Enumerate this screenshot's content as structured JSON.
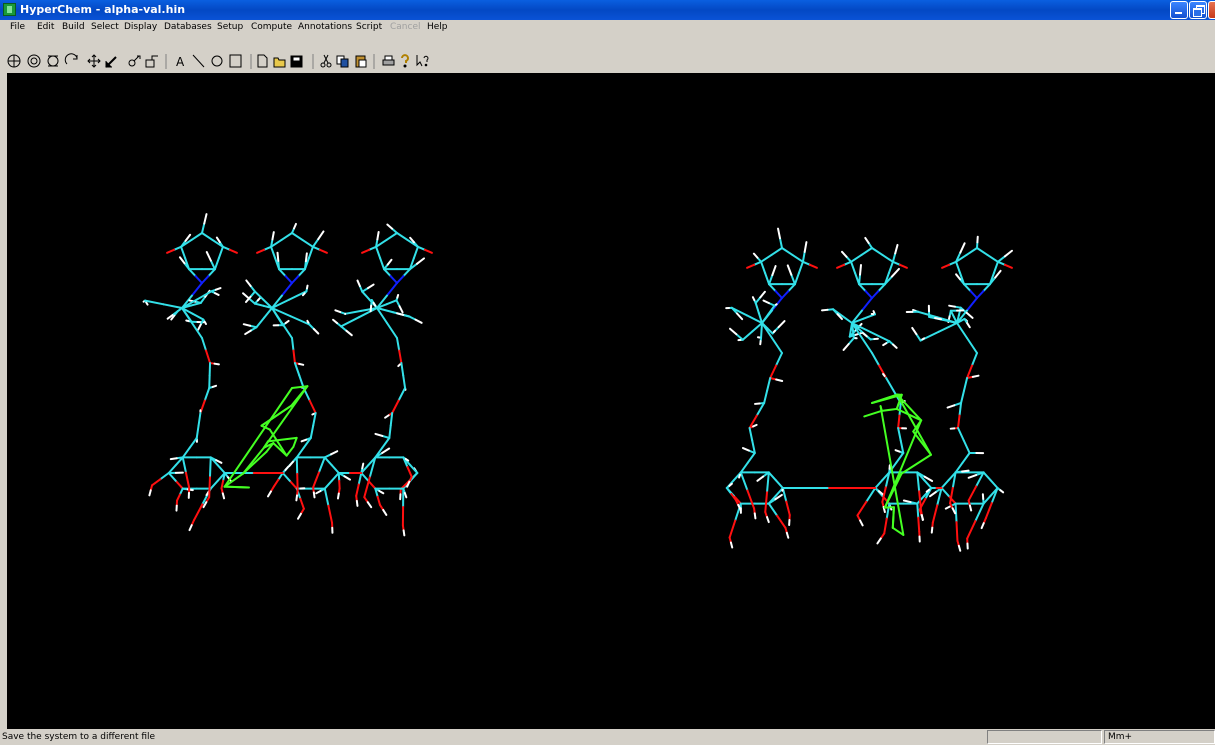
{
  "window": {
    "title": "HyperChem - alpha-val.hin"
  },
  "menu": {
    "items": [
      {
        "label": "File",
        "enabled": true
      },
      {
        "label": "Edit",
        "enabled": true
      },
      {
        "label": "Build",
        "enabled": true
      },
      {
        "label": "Select",
        "enabled": true
      },
      {
        "label": "Display",
        "enabled": true
      },
      {
        "label": "Databases",
        "enabled": true
      },
      {
        "label": "Setup",
        "enabled": true
      },
      {
        "label": "Compute",
        "enabled": true
      },
      {
        "label": "Annotations",
        "enabled": true
      },
      {
        "label": "Script",
        "enabled": true
      },
      {
        "label": "Cancel",
        "enabled": false
      },
      {
        "label": "Help",
        "enabled": true
      }
    ]
  },
  "toolbar": {
    "annotation_text_tool": "A"
  },
  "status": {
    "message": "Save the system to a different file",
    "mode": "Mm+"
  },
  "colors": {
    "carbon": "#33e0e8",
    "hydrogen": "#ffffff",
    "oxygen": "#ff1010",
    "nitrogen": "#1020ff",
    "guest": "#44ff22",
    "background": "#000000"
  }
}
